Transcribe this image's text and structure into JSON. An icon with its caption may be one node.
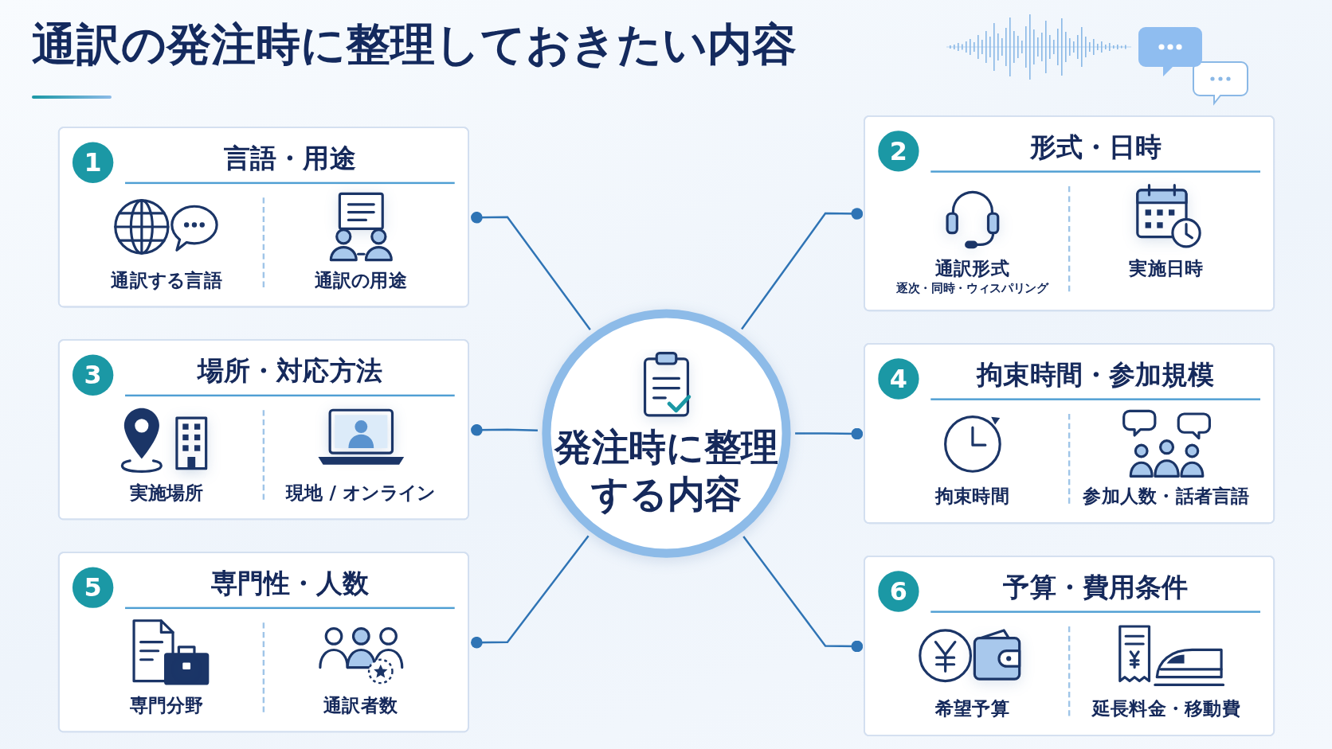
{
  "diagram": {
    "title": "通訳の発注時に整理しておきたい内容",
    "nodes": [
      {
        "text": [
          "発注時に整理する内容"
        ]
      },
      {
        "text": [
          "1",
          "言語・用途",
          "通訳する言語",
          "通訳の用途"
        ]
      },
      {
        "text": [
          "2",
          "形式・日時",
          "通訳形式",
          "逐次・同時・ウィスパリング",
          "実施日時"
        ]
      },
      {
        "text": [
          "3",
          "場所・対応方法",
          "実施場所",
          "現地 / オンライン"
        ]
      },
      {
        "text": [
          "4",
          "拘束時間・参加規模",
          "拘束時間",
          "参加人数・話者言語"
        ]
      },
      {
        "text": [
          "5",
          "専門性・人数",
          "専門分野",
          "通訳者数"
        ]
      },
      {
        "text": [
          "6",
          "予算・費用条件",
          "希望予算",
          "延長料金・移動費"
        ]
      }
    ],
    "edges": [
      {
        "from": 0,
        "to": 1,
        "arrow": "other"
      },
      {
        "from": 0,
        "to": 2,
        "arrow": "other"
      },
      {
        "from": 0,
        "to": 3,
        "arrow": "other"
      },
      {
        "from": 0,
        "to": 4,
        "arrow": "other"
      },
      {
        "from": 0,
        "to": 5,
        "arrow": "other"
      },
      {
        "from": 0,
        "to": 6,
        "arrow": "other"
      }
    ]
  }
}
